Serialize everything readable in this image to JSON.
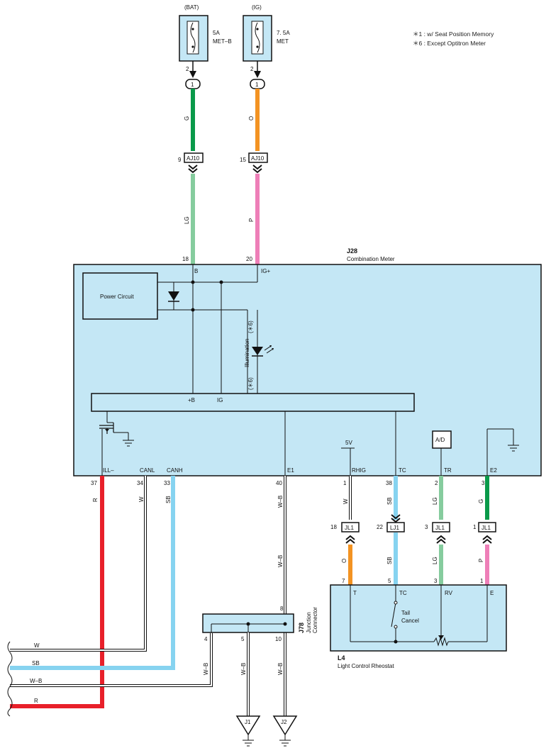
{
  "notes": [
    "＊1 : w/ Seat Position Memory",
    "＊6 : Except Optitron Meter"
  ],
  "fuses": {
    "bat": {
      "source": "(BAT)",
      "rating": "5A",
      "name": "MET–B",
      "pin": "2",
      "conn": "1"
    },
    "ig": {
      "source": "(IG)",
      "rating": "7. 5A",
      "name": "MET",
      "pin": "2",
      "conn": "1"
    }
  },
  "wires_top": {
    "bat_upper_color": "G",
    "bat_lower_color": "LG",
    "ig_upper_color": "O",
    "ig_lower_color": "P",
    "aj10_bat_pin": "9",
    "aj10_ig_pin": "15",
    "aj10_label": "AJ10",
    "bat_meter_pin": "18",
    "ig_meter_pin": "20"
  },
  "meter": {
    "id": "J28",
    "name": "Combination Meter",
    "term_b": "B",
    "term_ig": "IG+",
    "power_circuit": "Power Circuit",
    "illum_label": "Illumination",
    "illum_note_top": "(＊6)",
    "illum_note_bottom": "(＊6)",
    "bus_plusb": "+B",
    "bus_ig": "IG",
    "fivev": "5V",
    "ad": "A/D",
    "terms": [
      "ILL–",
      "CANL",
      "CANH",
      "E1",
      "RHIG",
      "TC",
      "TR",
      "E2"
    ]
  },
  "meter_pins": {
    "ill": "37",
    "canl": "34",
    "canh": "33",
    "e1": "40",
    "rhig": "1",
    "tc": "38",
    "tr": "2",
    "e2": "3"
  },
  "wire_colors_mid": {
    "ill": "R",
    "canl": "W",
    "canh": "SB",
    "e1_upper": "W–B",
    "e1_lower": "W–B",
    "rhig_upper": "W",
    "tc_upper": "SB",
    "tr_upper": "LG",
    "e2_upper": "G",
    "rhig_lower": "O",
    "tc_lower": "SB",
    "tr_lower": "LG",
    "e2_lower": "P"
  },
  "jl_connectors": [
    {
      "pin": "18",
      "label": "JL1"
    },
    {
      "pin": "22",
      "label": "LJ1"
    },
    {
      "pin": "3",
      "label": "JL1"
    },
    {
      "pin": "1",
      "label": "JL1"
    }
  ],
  "rheostat": {
    "id": "L4",
    "name": "Light Control Rheostat",
    "pins": [
      "7",
      "5",
      "3",
      "1"
    ],
    "terms": [
      "T",
      "TC",
      "RV",
      "E"
    ],
    "switch_label_1": "Tail",
    "switch_label_2": "Cancel"
  },
  "junction": {
    "id": "J78",
    "name_1": "Junction",
    "name_2": "Connector",
    "pin_top": "8",
    "pins_bottom": [
      "4",
      "5",
      "10"
    ],
    "wire_colors": [
      "W–B",
      "W–B",
      "W–B"
    ],
    "grounds": [
      "J1",
      "J2"
    ]
  },
  "harness": {
    "wires": [
      "W",
      "SB",
      "W–B",
      "R"
    ]
  },
  "colors": {
    "panel": "#c4e7f5",
    "green": "#0a9a4a",
    "lightgreen": "#86cc9e",
    "orange": "#f39322",
    "pink": "#ee7fb8",
    "skyblue": "#86d3f0",
    "red": "#e8202a"
  }
}
